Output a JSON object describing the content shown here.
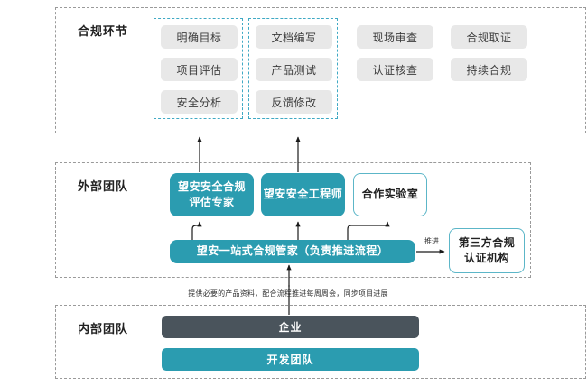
{
  "diagram": {
    "sections": [
      {
        "id": "compliance",
        "title": "合规环节"
      },
      {
        "id": "external",
        "title": "外部团队"
      },
      {
        "id": "internal",
        "title": "内部团队"
      }
    ],
    "compliance_columns": [
      {
        "highlighted": true,
        "items": [
          "明确目标",
          "项目评估",
          "安全分析"
        ]
      },
      {
        "highlighted": true,
        "items": [
          "文档编写",
          "产品测试",
          "反馈修改"
        ]
      },
      {
        "highlighted": false,
        "items": [
          "现场审查",
          "认证核查"
        ]
      },
      {
        "highlighted": false,
        "items": [
          "合规取证",
          "持续合规"
        ]
      }
    ],
    "external_nodes": {
      "expert": "望安安全合规\n评估专家",
      "expert_line1": "望安安全合规",
      "expert_line2": "评估专家",
      "engineer_line1": "望安安全工程师",
      "lab": "合作实验室",
      "steward": "望安一站式合规管家（负责推进流程）",
      "third_party_line1": "第三方合规",
      "third_party_line2": "认证机构"
    },
    "internal_nodes": {
      "enterprise": "企业",
      "dev_team": "开发团队"
    },
    "connector_labels": {
      "push": "推进",
      "flow_caption": "提供必要的产品资料，配合流程推进每周周会，同步项目进展"
    },
    "colors": {
      "teal_fill": "#2b9cb0",
      "teal_border": "#5cb6c8",
      "teal_dashed": "#3fa9c4",
      "gray_pill": "#e8e8e8",
      "dark_bar": "#4a545c",
      "section_border": "#9a9a9a"
    }
  }
}
